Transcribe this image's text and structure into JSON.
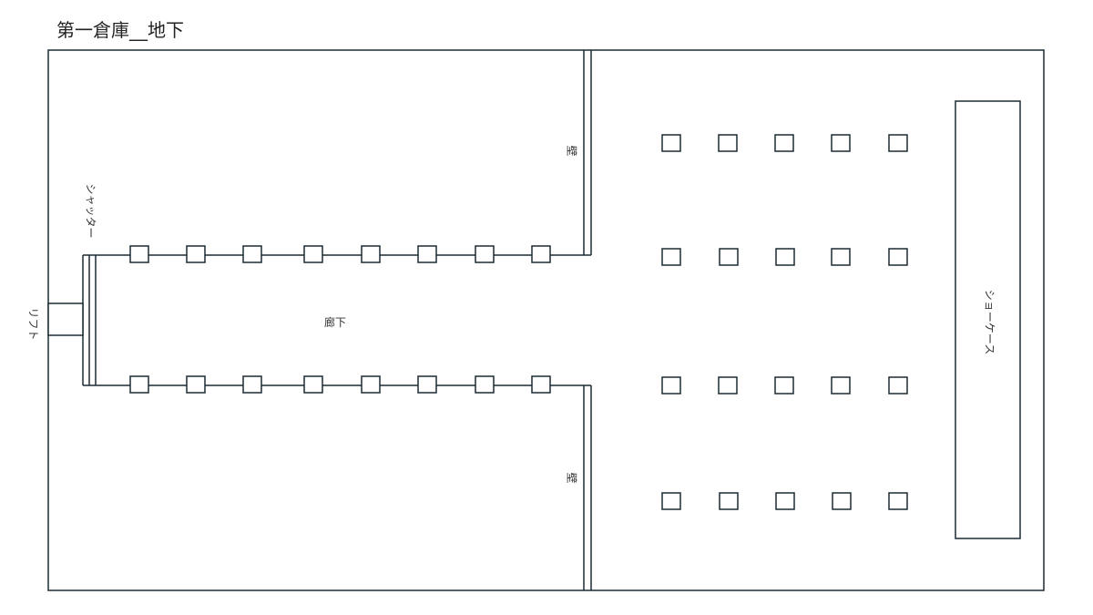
{
  "title": "第一倉庫__地下",
  "labels": {
    "corridor": "廊下",
    "wall_upper": "壁",
    "wall_lower": "壁",
    "shutter": "シャッター",
    "lift": "リフト",
    "showcase": "ショーケース"
  },
  "colors": {
    "line": "#1b2a33"
  }
}
